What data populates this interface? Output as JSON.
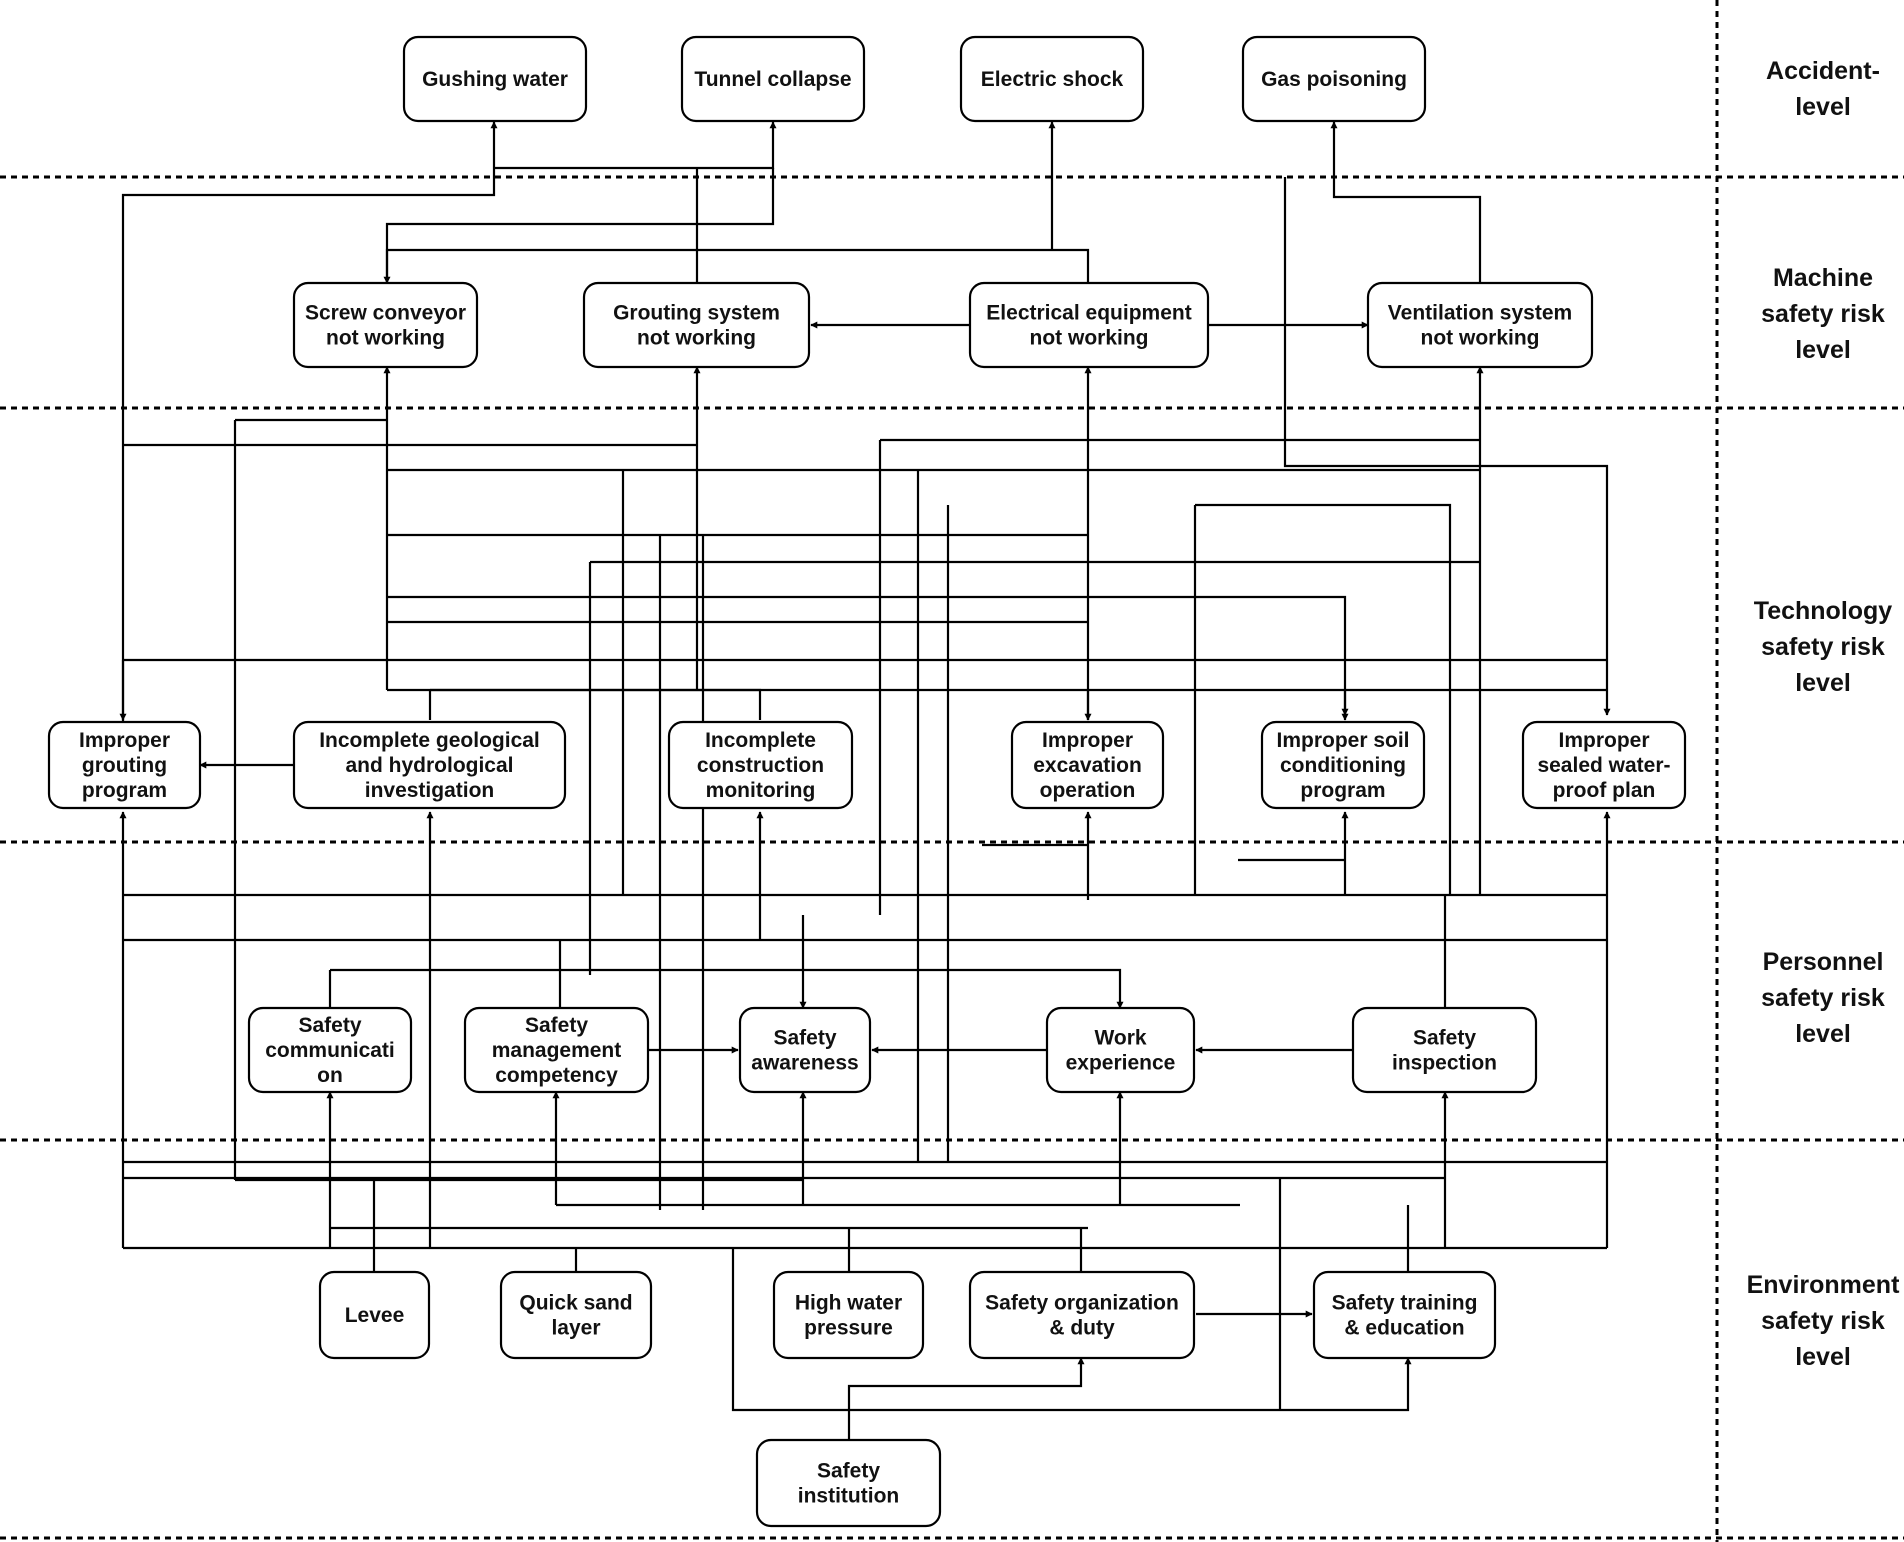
{
  "levels": [
    {
      "id": "accident",
      "lines": [
        "Accident-",
        "level"
      ]
    },
    {
      "id": "machine",
      "lines": [
        "Machine",
        "safety risk",
        "level"
      ]
    },
    {
      "id": "technology",
      "lines": [
        "Technology",
        "safety risk",
        "level"
      ]
    },
    {
      "id": "personnel",
      "lines": [
        "Personnel",
        "safety risk",
        "level"
      ]
    },
    {
      "id": "environment",
      "lines": [
        "Environment",
        "safety risk",
        "level"
      ]
    }
  ],
  "nodes": [
    {
      "id": "gushing-water",
      "lines": [
        "Gushing water"
      ]
    },
    {
      "id": "tunnel-collapse",
      "lines": [
        "Tunnel collapse"
      ]
    },
    {
      "id": "electric-shock",
      "lines": [
        "Electric shock"
      ]
    },
    {
      "id": "gas-poisoning",
      "lines": [
        "Gas poisoning"
      ]
    },
    {
      "id": "screw-conveyor",
      "lines": [
        "Screw conveyor",
        "not working"
      ]
    },
    {
      "id": "grouting-system",
      "lines": [
        "Grouting system",
        "not working"
      ]
    },
    {
      "id": "electrical-equipment",
      "lines": [
        "Electrical equipment",
        "not working"
      ]
    },
    {
      "id": "ventilation-system",
      "lines": [
        "Ventilation system",
        "not working"
      ]
    },
    {
      "id": "improper-grouting",
      "lines": [
        "Improper",
        "grouting",
        "program"
      ]
    },
    {
      "id": "incomplete-geological",
      "lines": [
        "Incomplete geological",
        "and hydrological",
        "investigation"
      ]
    },
    {
      "id": "incomplete-monitoring",
      "lines": [
        "Incomplete",
        "construction",
        "monitoring"
      ]
    },
    {
      "id": "improper-excavation",
      "lines": [
        "Improper",
        "excavation",
        "operation"
      ]
    },
    {
      "id": "improper-soil",
      "lines": [
        "Improper soil",
        "conditioning",
        "program"
      ]
    },
    {
      "id": "improper-sealed",
      "lines": [
        "Improper",
        "sealed water-",
        "proof plan"
      ]
    },
    {
      "id": "safety-communication",
      "lines": [
        "Safety",
        "communicati",
        "on"
      ]
    },
    {
      "id": "safety-management",
      "lines": [
        "Safety",
        "management",
        "competency"
      ]
    },
    {
      "id": "safety-awareness",
      "lines": [
        "Safety",
        "awareness"
      ]
    },
    {
      "id": "work-experience",
      "lines": [
        "Work",
        "experience"
      ]
    },
    {
      "id": "safety-inspection",
      "lines": [
        "Safety",
        "inspection"
      ]
    },
    {
      "id": "levee",
      "lines": [
        "Levee"
      ]
    },
    {
      "id": "quick-sand",
      "lines": [
        "Quick sand",
        "layer"
      ]
    },
    {
      "id": "high-water",
      "lines": [
        "High water",
        "pressure"
      ]
    },
    {
      "id": "safety-organization",
      "lines": [
        "Safety organization",
        "& duty"
      ]
    },
    {
      "id": "safety-training",
      "lines": [
        "Safety training",
        "& education"
      ]
    },
    {
      "id": "safety-institution",
      "lines": [
        "Safety",
        "institution"
      ]
    }
  ]
}
